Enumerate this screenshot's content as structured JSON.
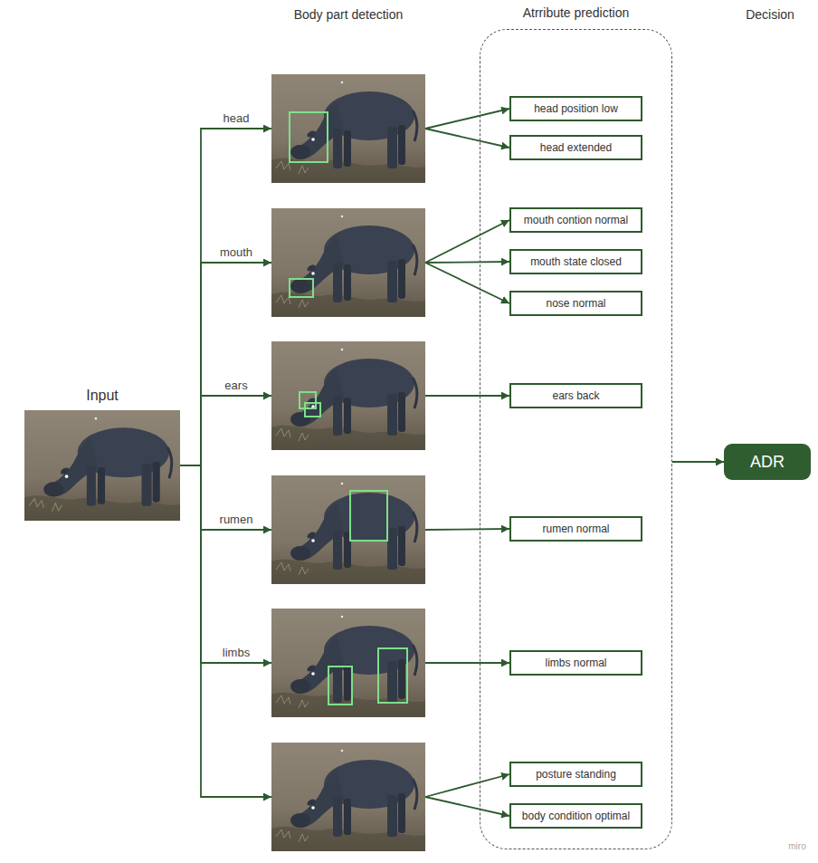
{
  "diagram": {
    "nodes": [
      {
        "text": [
          "Input"
        ]
      },
      {
        "text": []
      },
      {
        "text": []
      },
      {
        "text": []
      },
      {
        "text": []
      },
      {
        "text": []
      },
      {
        "text": []
      },
      {
        "text": [
          "Atrribute prediction"
        ]
      },
      {
        "text": [
          "head position low"
        ],
        "in": 7
      },
      {
        "text": [
          "head extended"
        ],
        "in": 7
      },
      {
        "text": [
          "mouth contion normal"
        ],
        "in": 7
      },
      {
        "text": [
          "mouth state closed"
        ],
        "in": 7
      },
      {
        "text": [
          "nose normal"
        ],
        "in": 7
      },
      {
        "text": [
          "ears back"
        ],
        "in": 7
      },
      {
        "text": [
          "rumen normal"
        ],
        "in": 7
      },
      {
        "text": [
          "limbs normal"
        ],
        "in": 7
      },
      {
        "text": [
          "posture standing"
        ],
        "in": 7
      },
      {
        "text": [
          "body condition optimal"
        ],
        "in": 7
      },
      {
        "text": [
          "ADR"
        ]
      }
    ],
    "edges": [
      {
        "from": 0,
        "to": 1,
        "arrow": "to",
        "label": "head"
      },
      {
        "from": 0,
        "to": 2,
        "arrow": "to",
        "label": "mouth"
      },
      {
        "from": 0,
        "to": 3,
        "arrow": "to",
        "label": "ears"
      },
      {
        "from": 0,
        "to": 4,
        "arrow": "to",
        "label": "rumen"
      },
      {
        "from": 0,
        "to": 5,
        "arrow": "to",
        "label": "limbs"
      },
      {
        "from": 0,
        "to": 6,
        "arrow": "to"
      },
      {
        "from": 1,
        "to": 8,
        "arrow": "to"
      },
      {
        "from": 1,
        "to": 9,
        "arrow": "to"
      },
      {
        "from": 2,
        "to": 10,
        "arrow": "to"
      },
      {
        "from": 2,
        "to": 11,
        "arrow": "to"
      },
      {
        "from": 2,
        "to": 12,
        "arrow": "to"
      },
      {
        "from": 3,
        "to": 13,
        "arrow": "to"
      },
      {
        "from": 4,
        "to": 14,
        "arrow": "to"
      },
      {
        "from": 5,
        "to": 15,
        "arrow": "to"
      },
      {
        "from": 6,
        "to": 16,
        "arrow": "to"
      },
      {
        "from": 6,
        "to": 17,
        "arrow": "to"
      },
      {
        "from": 7,
        "to": 18,
        "arrow": "to"
      }
    ],
    "labels": [
      "Body part detection",
      "Decision",
      "miro"
    ]
  }
}
